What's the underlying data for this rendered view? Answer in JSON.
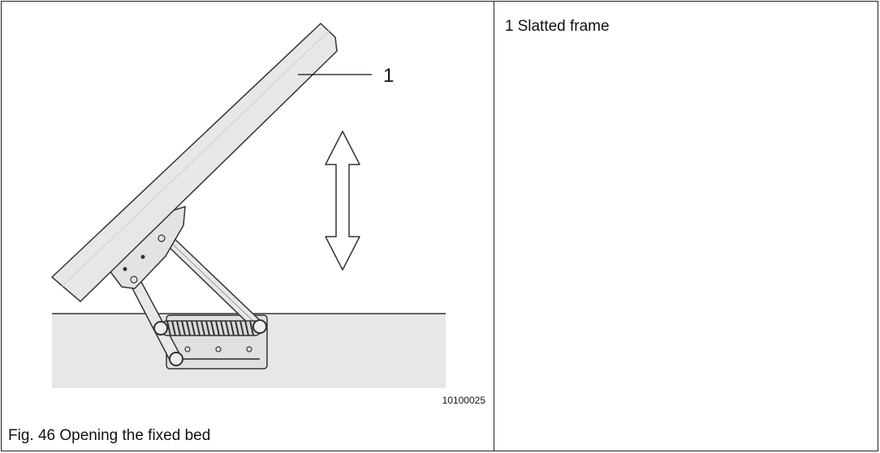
{
  "figure": {
    "caption": "Fig. 46 Opening the fixed bed",
    "code": "10100025",
    "callout_label": "1"
  },
  "legend": {
    "items": [
      {
        "number": "1",
        "label": "Slatted frame"
      }
    ]
  }
}
